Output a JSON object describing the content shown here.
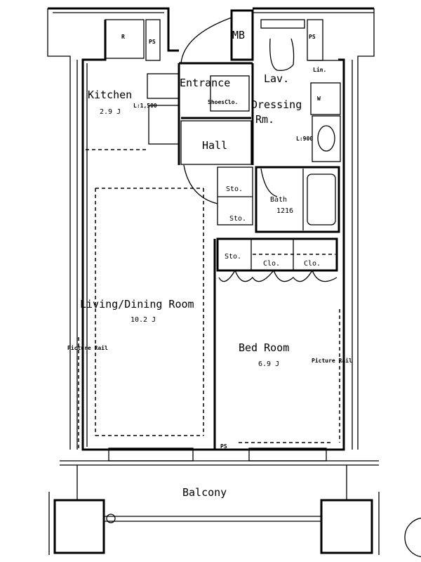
{
  "plan": {
    "rooms": {
      "kitchen": {
        "name": "Kitchen",
        "area": "2.9 J",
        "counter": "L:1,500"
      },
      "entrance": {
        "name": "Entrance",
        "shoes_closet": "ShoesClo."
      },
      "mb": "MB",
      "lav": {
        "name": "Lav.",
        "linen": "Lin.",
        "washer": "W",
        "counter": "L:900"
      },
      "dressing": {
        "line1": "Dressing",
        "line2": "Rm."
      },
      "hall": "Hall",
      "storage_a": "Sto.",
      "storage_b": "Sto.",
      "bath": {
        "name": "Bath",
        "size": "1216"
      },
      "closets": {
        "storage": "Sto.",
        "closet1": "Clo.",
        "closet2": "Clo."
      },
      "living": {
        "name": "Living/Dining Room",
        "area": "10.2 J",
        "rail": "Picture Rail"
      },
      "bedroom": {
        "name": "Bed Room",
        "area": "6.9 J",
        "rail": "Picture Rail"
      },
      "balcony": "Balcony",
      "fridge": "R",
      "ps1": "PS",
      "ps2": "PS",
      "ps3": "PS"
    }
  }
}
